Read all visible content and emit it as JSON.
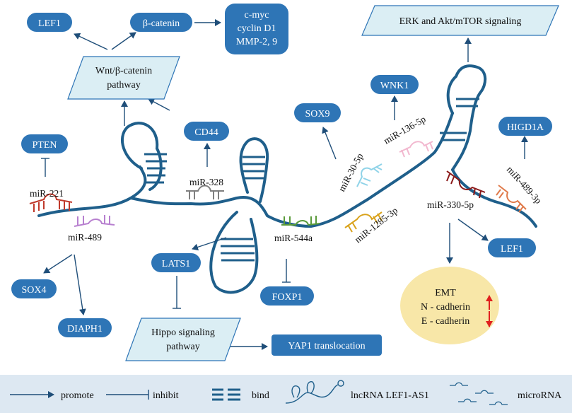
{
  "nodes": {
    "lef1_top": "LEF1",
    "beta_catenin": "β-catenin",
    "targets_line1": "c-myc",
    "targets_line2": "cyclin D1",
    "targets_line3": "MMP-2, 9",
    "wnt_line1": "Wnt/β-catenin",
    "wnt_line2": "pathway",
    "erk": "ERK and Akt/mTOR signaling",
    "wnk1": "WNK1",
    "sox9": "SOX9",
    "cd44": "CD44",
    "higd1a": "HIGD1A",
    "pten": "PTEN",
    "lats1": "LATS1",
    "lef1_right": "LEF1",
    "sox4": "SOX4",
    "diaph1": "DIAPH1",
    "foxp1": "FOXP1",
    "hippo_line1": "Hippo signaling",
    "hippo_line2": "pathway",
    "yap1": "YAP1 translocation",
    "emt_line1": "EMT",
    "emt_line2": "N - cadherin",
    "emt_line3": "E - cadherin"
  },
  "mirnas": {
    "mir221": "miR-221",
    "mir489": "miR-489",
    "mir328": "miR-328",
    "mir544a": "miR-544a",
    "mir30_5p": "miR-30-5p",
    "mir1285_3p": "miR-1285-3p",
    "mir136_5p": "miR-136-5p",
    "mir330_5p": "miR-330-5p",
    "mir489_3p": "miR-489-3p"
  },
  "legend": {
    "promote": "promote",
    "inhibit": "inhibit",
    "bind": "bind",
    "lncrna": "lncRNA LEF1-AS1",
    "microrna": "microRNA"
  },
  "colors": {
    "pill": "#2e75b6",
    "parallelogram_fill": "#dbeef4",
    "rna_strand": "#1f5f8b",
    "emt_fill": "#f8e7a8",
    "legend_bg": "#dde8f2",
    "mir221": "#c0392b",
    "mir489": "#b77fcf",
    "mir328": "#7f7f7f",
    "mir544a": "#5a9a3a",
    "mir30_5p": "#8fd3e8",
    "mir1285_3p": "#d9a21b",
    "mir136_5p": "#f2b8cf",
    "mir330_5p": "#8b1a1a",
    "mir489_3p": "#e07a4a",
    "emt_arrow": "#e0201e"
  },
  "icons": [
    "arrow-promote-icon",
    "inhibit-bar-icon",
    "bind-lines-icon",
    "lncrna-icon",
    "microrna-icon"
  ]
}
